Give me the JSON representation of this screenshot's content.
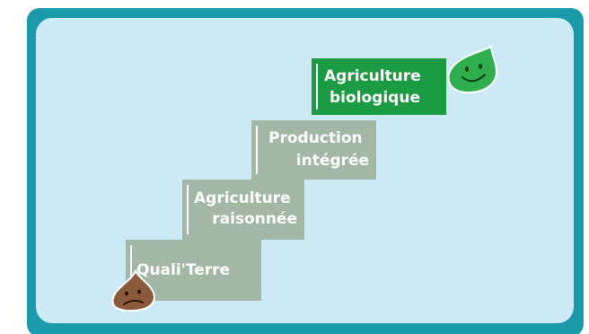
{
  "steps": [
    {
      "id": "quali",
      "lines": [
        "Quali'Terre"
      ]
    },
    {
      "id": "raisonnee",
      "lines": [
        "Agriculture",
        "raisonnée"
      ]
    },
    {
      "id": "production",
      "lines": [
        "Production",
        "intégrée"
      ]
    },
    {
      "id": "bio",
      "lines": [
        "Agriculture",
        "biologique"
      ]
    }
  ],
  "colors": {
    "frame": "#1b9aac",
    "panel": "#cce9f6",
    "step_grey": "#a2b7a6",
    "step_green": "#1a9b44",
    "drop_green": "#2fae4e",
    "drop_brown": "#8b5a3c"
  },
  "icons": {
    "top_right": "happy-green-drop-icon",
    "bottom_left": "sad-brown-drop-icon"
  }
}
